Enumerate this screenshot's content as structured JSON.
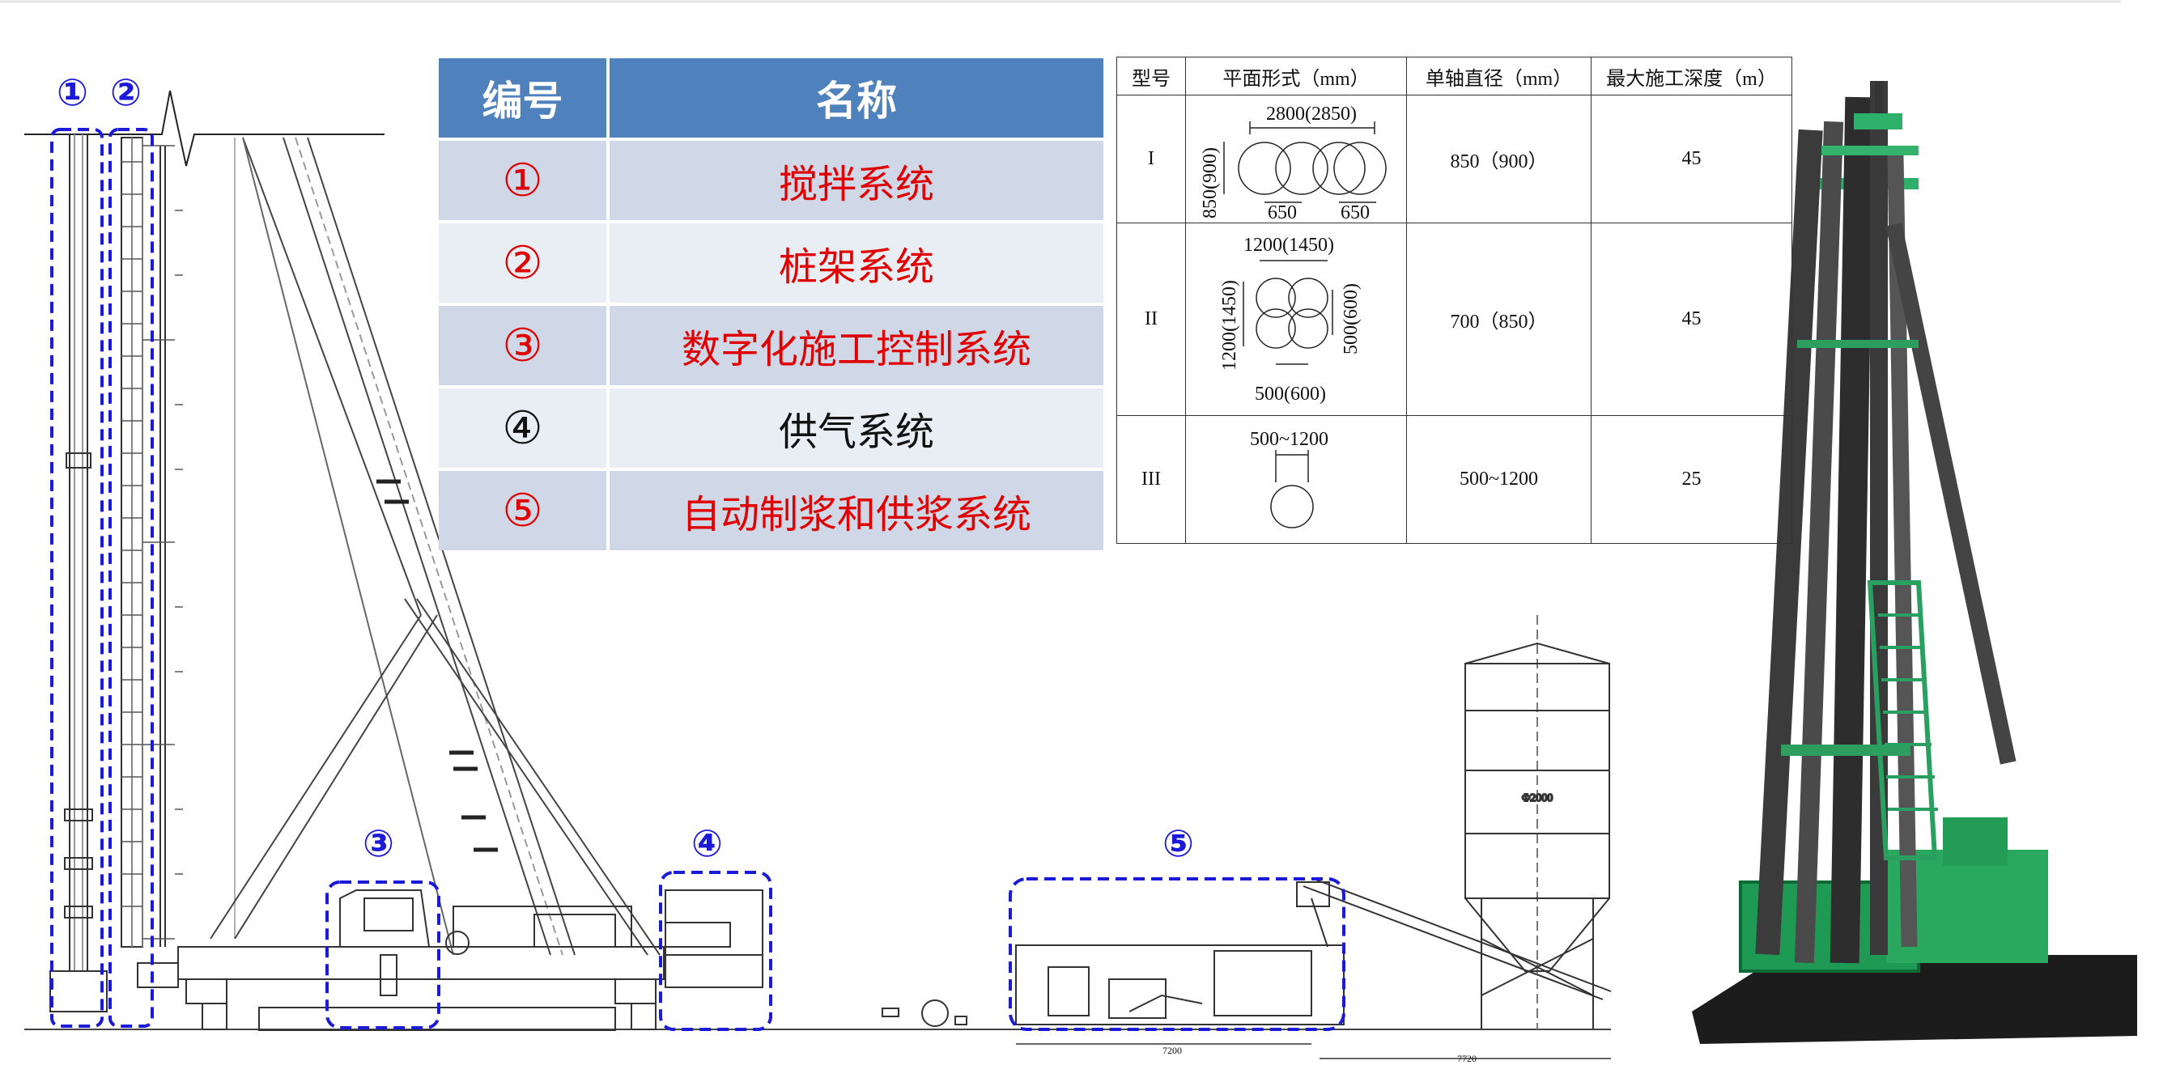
{
  "components_table": {
    "headers": {
      "number": "编号",
      "name": "名称"
    },
    "rows": [
      {
        "number": "①",
        "name": "搅拌系统",
        "color": "#e00000"
      },
      {
        "number": "②",
        "name": "桩架系统",
        "color": "#e00000"
      },
      {
        "number": "③",
        "name": "数字化施工控制系统",
        "color": "#e00000"
      },
      {
        "number": "④",
        "name": "供气系统",
        "color": "#111111"
      },
      {
        "number": "⑤",
        "name": "自动制浆和供浆系统",
        "color": "#e00000"
      }
    ]
  },
  "spec_table": {
    "headers": {
      "type": "型号",
      "plan": "平面形式（mm）",
      "diameter": "单轴直径（mm）",
      "depth": "最大施工深度（m）"
    },
    "rows": [
      {
        "type": "I",
        "diameter": "850（900）",
        "depth": "45",
        "dims": {
          "top": "2800(2850)",
          "left": "850(900)",
          "bottom_a": "650",
          "bottom_b": "650"
        }
      },
      {
        "type": "II",
        "diameter": "700（850）",
        "depth": "45",
        "dims": {
          "top": "1200(1450)",
          "left": "1200(1450)",
          "right": "500(600)",
          "bottom": "500(600)"
        }
      },
      {
        "type": "III",
        "diameter": "500~1200",
        "depth": "25",
        "dims": {
          "top": "500~1200"
        }
      }
    ]
  },
  "drawing": {
    "callouts": [
      "①",
      "②",
      "③",
      "④",
      "⑤"
    ],
    "silo_dimension": "Φ2000",
    "dim_left": "7200",
    "dim_right": "7720",
    "accent_color": "#1a1ad8"
  }
}
